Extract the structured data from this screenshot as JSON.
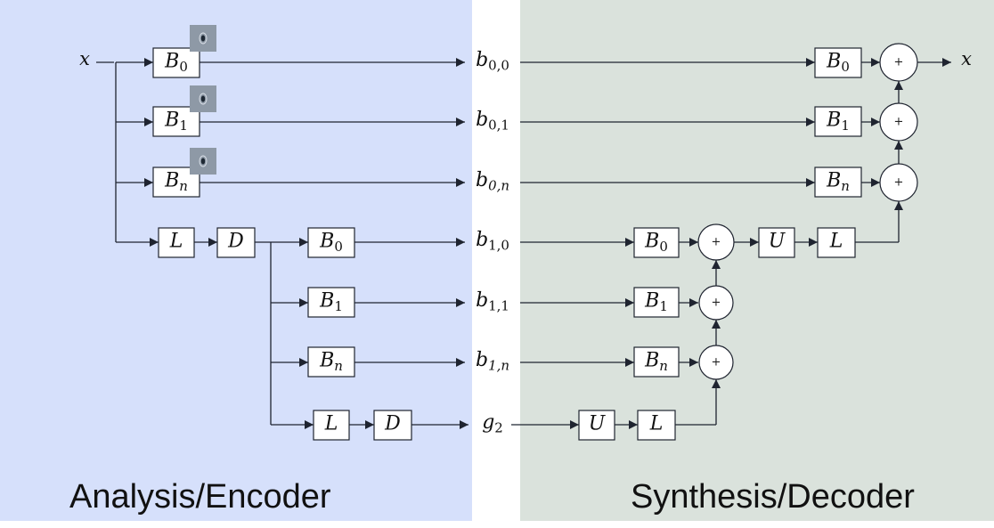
{
  "panels": {
    "analysis": {
      "label": "Analysis/Encoder",
      "bg": "#d6e0fb"
    },
    "synthesis": {
      "label": "Synthesis/Decoder",
      "bg": "#dae2dc"
    }
  },
  "colors": {
    "line": "#1f2430",
    "box_fill": "#ffffff",
    "thumb": "#8e99a6"
  },
  "input_label": "x",
  "output_label": "x",
  "outputs": [
    "b0,0",
    "b0,1",
    "b0,n",
    "b1,0",
    "b1,1",
    "b1,n",
    "g2"
  ],
  "blocks": {
    "B0": "B0",
    "B1": "B1",
    "Bn": "Bn",
    "L": "L",
    "D": "D",
    "U": "U",
    "adder": "+"
  }
}
